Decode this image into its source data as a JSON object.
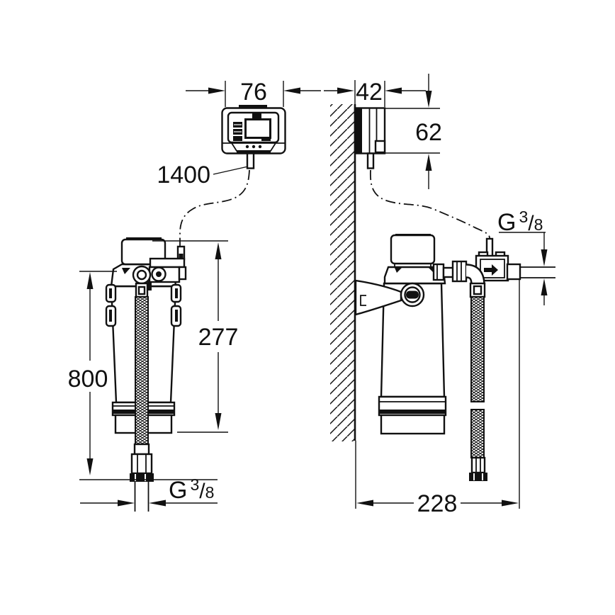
{
  "meta": {
    "background": "#ffffff",
    "ink": "#111111",
    "drawing_type": "installation dimensional drawing, filter system with controller"
  },
  "labels": {
    "controller_width": "76",
    "controller_depth": "42",
    "controller_height": "62",
    "cable_length": "1400",
    "filter_height": "277",
    "hose_length": "800",
    "wall_distance": "228",
    "bottom_thread": {
      "g": "G",
      "num": "3",
      "slash": "/",
      "den": "8"
    },
    "right_thread": {
      "g": "G",
      "num": "3",
      "slash": "/",
      "den": "8"
    }
  }
}
